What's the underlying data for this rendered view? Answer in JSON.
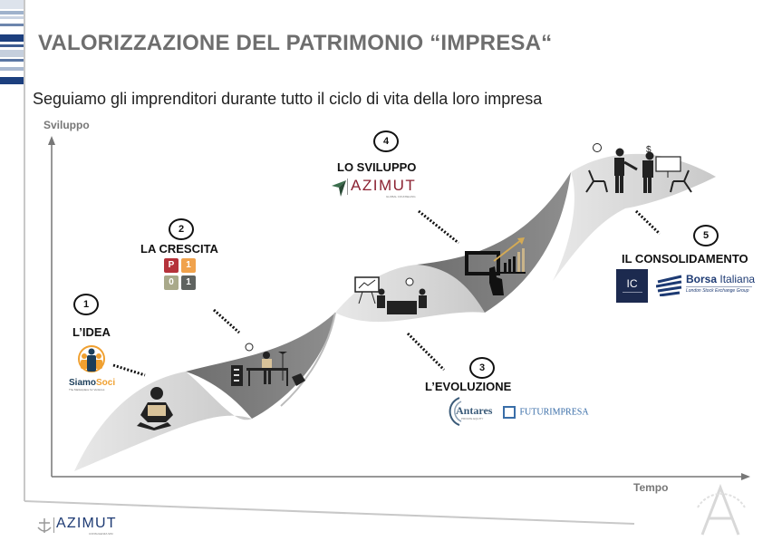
{
  "header": {
    "title": "VALORIZZAZIONE DEL PATRIMONIO “IMPRESA“",
    "subtitle": "Seguiamo gli imprenditori durante tutto il ciclo di vita della loro impresa"
  },
  "axes": {
    "y_label": "Sviluppo",
    "x_label": "Tempo"
  },
  "steps": [
    {
      "number": "1",
      "label": "L’IDEA",
      "logos": [
        {
          "name": "SiamoSoci",
          "text_main_a": "Siamo",
          "text_main_b": "Soci",
          "tagline": "The Marketplace for Ventures"
        }
      ],
      "icon": "person-with-laptop-icon"
    },
    {
      "number": "2",
      "label": "LA CRESCITA",
      "logos": [
        {
          "name": "P101",
          "tiles": [
            "P",
            "1",
            "0",
            "1"
          ],
          "colors": [
            "#b5323a",
            "#f0a24c",
            "#a9a98a",
            "#5f6360"
          ]
        }
      ],
      "icon": "office-desk-icon"
    },
    {
      "number": "3",
      "label": "L’EVOLUZIONE",
      "logos": [
        {
          "name": "Antares",
          "text": "Antares",
          "tagline": "PRIVATE EQUITY"
        },
        {
          "name": "Futurimpresa",
          "text": "FUTURIMPRESA"
        }
      ],
      "icon": "meeting-presentation-icon"
    },
    {
      "number": "4",
      "label": "LO SVILUPPO",
      "logos": [
        {
          "name": "Azimut Global Counseling",
          "text": "AZIMUT",
          "tagline": "GLOBAL COUNSELING"
        }
      ],
      "icon": "tablet-growth-chart-icon"
    },
    {
      "number": "5",
      "label": "IL CONSOLIDAMENTO",
      "logos": [
        {
          "name": "IC",
          "text": "IC"
        },
        {
          "name": "Borsa Italiana",
          "text_a": "Borsa",
          "text_b": "Italiana",
          "tagline": "London Stock Exchange Group"
        }
      ],
      "icon": "handshake-deal-icon"
    }
  ],
  "footer": {
    "logo_text": "AZIMUT",
    "logo_tagline": "CONSULENZA SIM"
  },
  "colors": {
    "title_gray": "#6e6e6e",
    "band_light": "#d6d6d6",
    "band_dark": "#7a7a7a",
    "azimut_red": "#8b2232",
    "borsa_navy": "#1d3a73",
    "ic_navy": "#1c2a4f"
  }
}
